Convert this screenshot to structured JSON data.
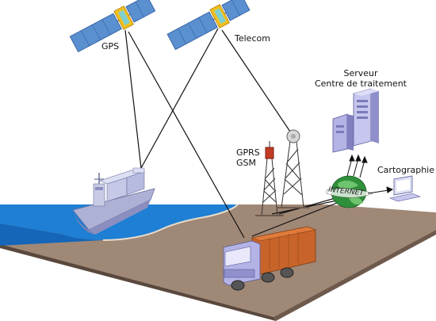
{
  "labels": {
    "gps": "GPS",
    "telecom": "Telecom",
    "serveur_line1": "Serveur",
    "serveur_line2": "Centre de traitement",
    "gprs_line1": "GPRS",
    "gprs_line2": "GSM",
    "cartographie": "Cartographie",
    "internet": "INTERNET"
  },
  "colors": {
    "ground": "#a08876",
    "ground_edge": "#6e5a4d",
    "sea": "#1e7fd4",
    "sea_deep": "#1565b8",
    "panel": "#5a8fd0",
    "satellite_body": "#f0c020",
    "ship": "#aeb1d6",
    "truck_cab": "#b3b3e6",
    "container": "#c8642a",
    "globe": "#2f8f3a"
  },
  "icons": {
    "satellites": [
      "satellite-icon",
      "satellite-icon"
    ],
    "ship": "cargo-ship-icon",
    "truck": "truck-icon",
    "antenna": "gsm-antenna-icon",
    "dish": "dish-antenna-icon",
    "server": "server-icon",
    "globe": "internet-globe-icon",
    "computer": "computer-icon"
  }
}
